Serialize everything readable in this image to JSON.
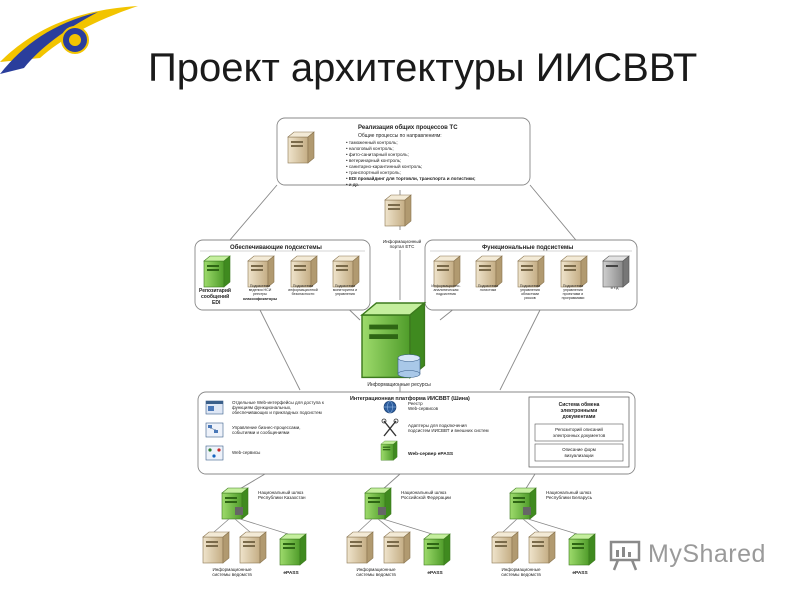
{
  "title": "Проект архитектуры ИИСВВТ",
  "top_box": {
    "heading": "Реализация общих процессов ТС",
    "subheading": "Общие процессы по направлениям:",
    "items": [
      "• таможенный контроль;",
      "• налоговый контроль;",
      "• фито-санитарный контроль;",
      "• ветеринарный контроль;",
      "• санитарно-карантинный контроль;",
      "• транспортный контроль;",
      "• EDI провайдинг для торговли, транспорта и логистики;",
      "• и др."
    ]
  },
  "portal_label": [
    "Информационный",
    "портал ЕТС"
  ],
  "left_box": {
    "heading": "Обеспечивающие подсистемы",
    "repo_label": [
      "Репозитарий",
      "сообщений",
      "EDI"
    ],
    "servers": [
      [
        "Подсистема",
        "ведения НСИ",
        "реестры",
        "классификаторы"
      ],
      [
        "Подсистема",
        "информационной",
        "безопасности"
      ],
      [
        "Подсистема",
        "мониторинга и",
        "управления"
      ]
    ]
  },
  "right_box": {
    "heading": "Функциональные подсистемы",
    "servers": [
      [
        "Информационно-",
        "аналитическая",
        "подсистема"
      ],
      [
        "Подсистема",
        "логистики"
      ],
      [
        "Подсистема",
        "управления",
        "областями",
        "рисков"
      ],
      [
        "Подсистема",
        "управления",
        "проектами и",
        "программами"
      ],
      [
        "и т.д."
      ]
    ]
  },
  "center_label": "Информационные ресурсы",
  "platform": {
    "heading": "Интеграционная платформа ИИСВВТ (Шина)",
    "left_items": [
      [
        "Отдельные Web-интерфейсы для доступа к",
        "функциям функциональных,",
        "обеспечивающих и прикладных подсистем"
      ],
      [
        "Управление бизнес-процессами,",
        "событиями и сообщениями"
      ],
      [
        "Web-сервисы"
      ]
    ],
    "mid_items": [
      [
        "Реестр",
        "Web-сервисов"
      ],
      [
        "Адаптеры для подключения",
        "подсистем ИИСВВТ и внешних систем"
      ],
      [
        "Web-сервер ePASS"
      ]
    ],
    "exchange": {
      "heading": [
        "Система обмена",
        "электронными",
        "документами"
      ],
      "boxes": [
        [
          "Репозиторий описаний",
          "электронных документов"
        ],
        [
          "Описание форм",
          "визуализации"
        ]
      ]
    }
  },
  "gateways": [
    {
      "label": [
        "Национальный шлюз",
        "Республики Казахстан"
      ],
      "left": [
        "Информационные",
        "системы ведомств"
      ],
      "right": "ePASS"
    },
    {
      "label": [
        "Национальный шлюз",
        "Российской Федерации"
      ],
      "left": [
        "Информационные",
        "системы ведомств"
      ],
      "right": "ePASS"
    },
    {
      "label": [
        "Национальный шлюз",
        "Республики Беларусь"
      ],
      "left": [
        "Информационные",
        "системы ведомств"
      ],
      "right": "ePASS"
    }
  ],
  "watermark": "MyShared",
  "colors": {
    "server_beige": "#d9c7a3",
    "server_green": "#6cbf3e",
    "line": "#777777"
  }
}
